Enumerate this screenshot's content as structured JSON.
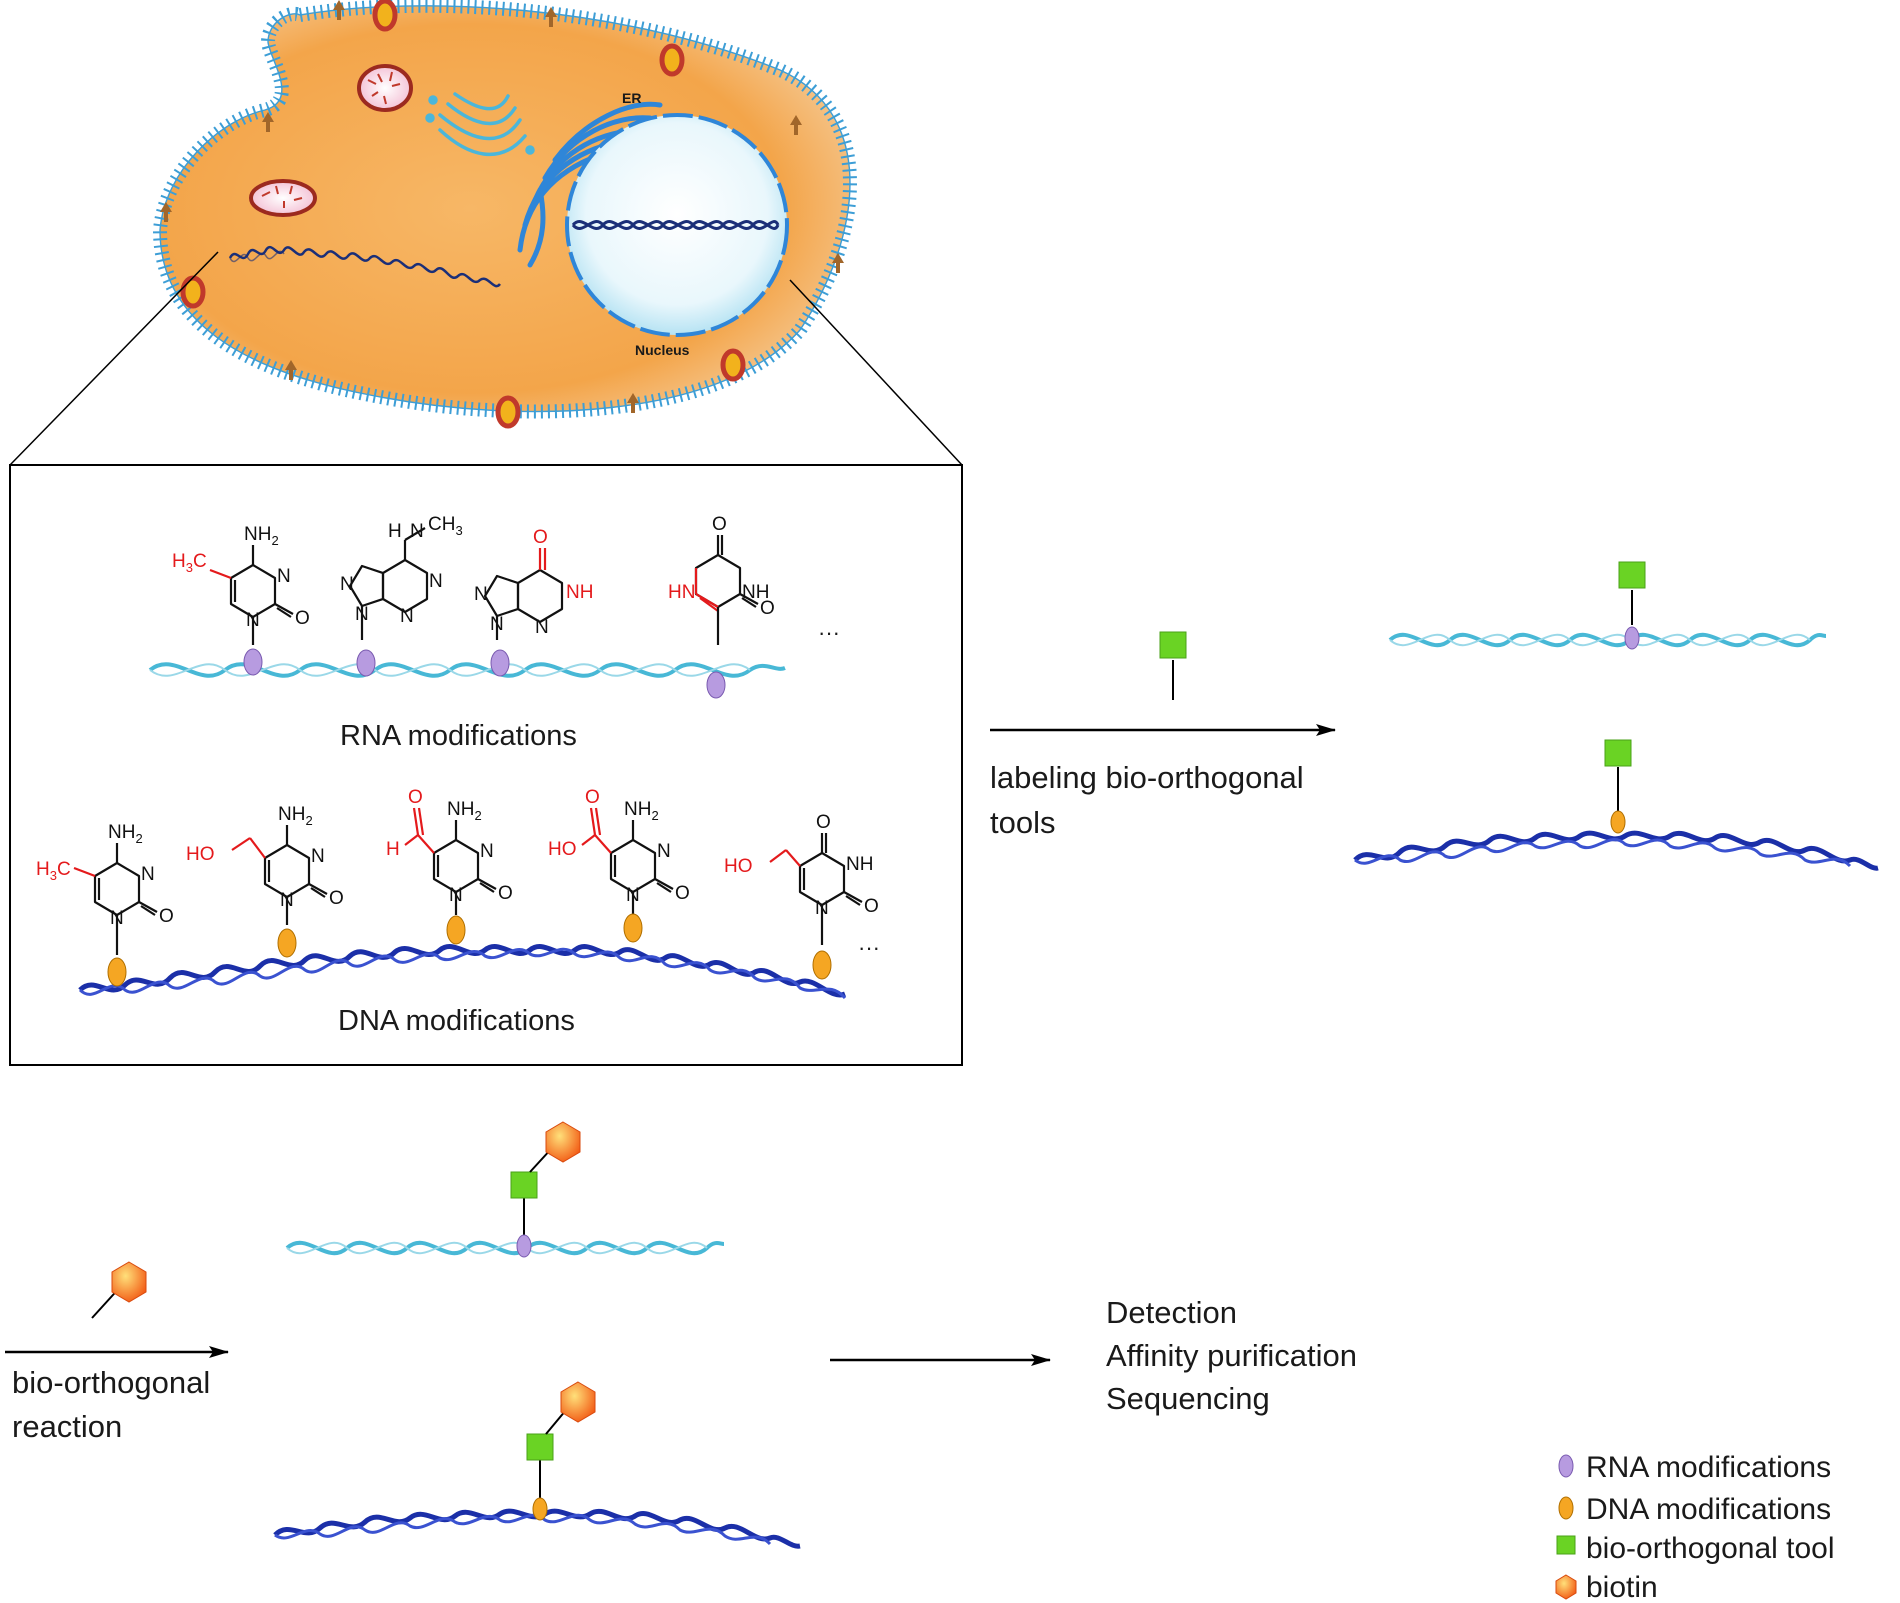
{
  "cell": {
    "er_label": "ER",
    "nucleus_label": "Nucleus"
  },
  "panel": {
    "rna_title": "RNA modifications",
    "dna_title": "DNA modifications",
    "ellipsis": "···"
  },
  "chem": {
    "nh2": "NH2",
    "n": "N",
    "o": "O",
    "nh": "NH",
    "hn": "HN",
    "h": "H",
    "ho": "HO",
    "h3c": "H3C",
    "ch3": "CH3"
  },
  "steps": {
    "labeling": [
      "labeling bio-orthogonal",
      "tools"
    ],
    "reaction": [
      "bio-orthogonal",
      "reaction"
    ],
    "outcomes": [
      "Detection",
      "Affinity purification",
      "Sequencing"
    ]
  },
  "legend": [
    {
      "label": "RNA modifications",
      "symbol": "rna-mod-icon",
      "color": "#b79be0"
    },
    {
      "label": "DNA modifications",
      "symbol": "dna-mod-icon",
      "color": "#f5a623"
    },
    {
      "label": "bio-orthogonal tool",
      "symbol": "bioorthogonal-tool-icon",
      "color": "#6ad324"
    },
    {
      "label": "biotin",
      "symbol": "biotin-icon",
      "color": "#f4641e"
    }
  ],
  "colors": {
    "cytoplasm": "#f3a54a",
    "rna_strand": "#5ec4dd",
    "dna_strand": "#1b2fa8",
    "er": "#2f86d8",
    "modification_red": "#e41a1c"
  }
}
